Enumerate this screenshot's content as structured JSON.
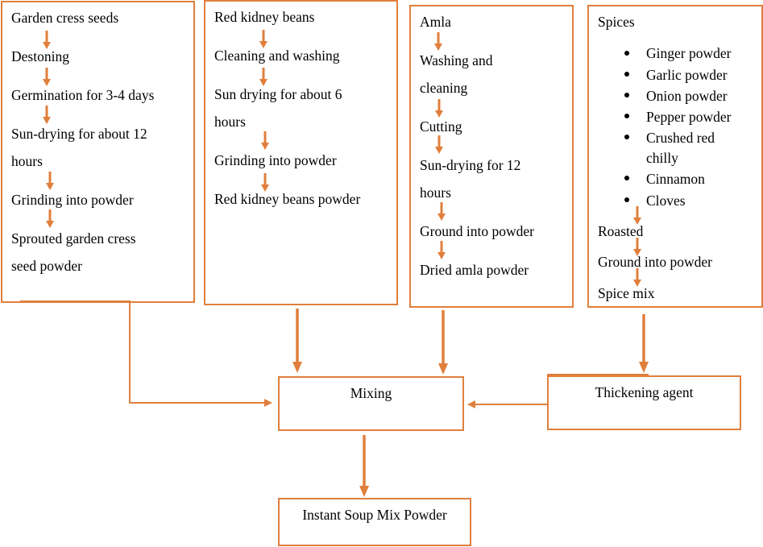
{
  "columns": {
    "garden_cress": {
      "steps": [
        "Garden cress seeds",
        "Destoning",
        "Germination for 3-4 days",
        "Sun-drying for about 12",
        "hours",
        "Grinding into powder",
        "Sprouted garden cress",
        "seed powder"
      ]
    },
    "kidney_beans": {
      "steps": [
        "Red kidney beans",
        "Cleaning and washing",
        "Sun drying for about 6",
        "hours",
        "Grinding into powder",
        "Red kidney beans powder"
      ]
    },
    "amla": {
      "steps": [
        "Amla",
        "Washing and",
        "cleaning",
        "Cutting",
        "Sun-drying for 12",
        "hours",
        "Ground into powder",
        "Dried amla powder"
      ]
    },
    "spices": {
      "title": "Spices",
      "list": [
        "Ginger powder",
        "Garlic powder",
        "Onion powder",
        "Pepper powder",
        "Crushed red",
        "chilly",
        "Cinnamon",
        "Cloves"
      ],
      "steps": [
        "Roasted",
        "Ground into powder",
        "Spice mix"
      ]
    }
  },
  "mixing": "Mixing",
  "thickening": "Thickening agent",
  "result": "Instant Soup Mix Powder",
  "colors": {
    "accent": "#e07f3c"
  }
}
